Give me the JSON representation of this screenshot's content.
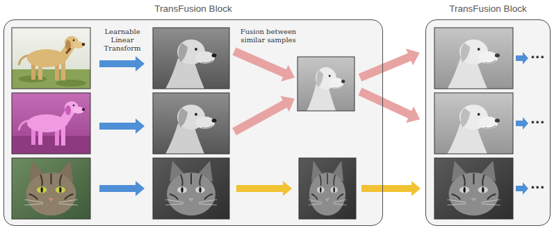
{
  "diagram": {
    "nodes": [
      {
        "text": [
          "TransFusion Block"
        ]
      },
      {
        "text": [
          "TransFusion Block"
        ]
      }
    ],
    "labels": [
      "Learnable Linear Transform",
      "Fusion between similar samples",
      "···",
      "···",
      "···"
    ]
  }
}
